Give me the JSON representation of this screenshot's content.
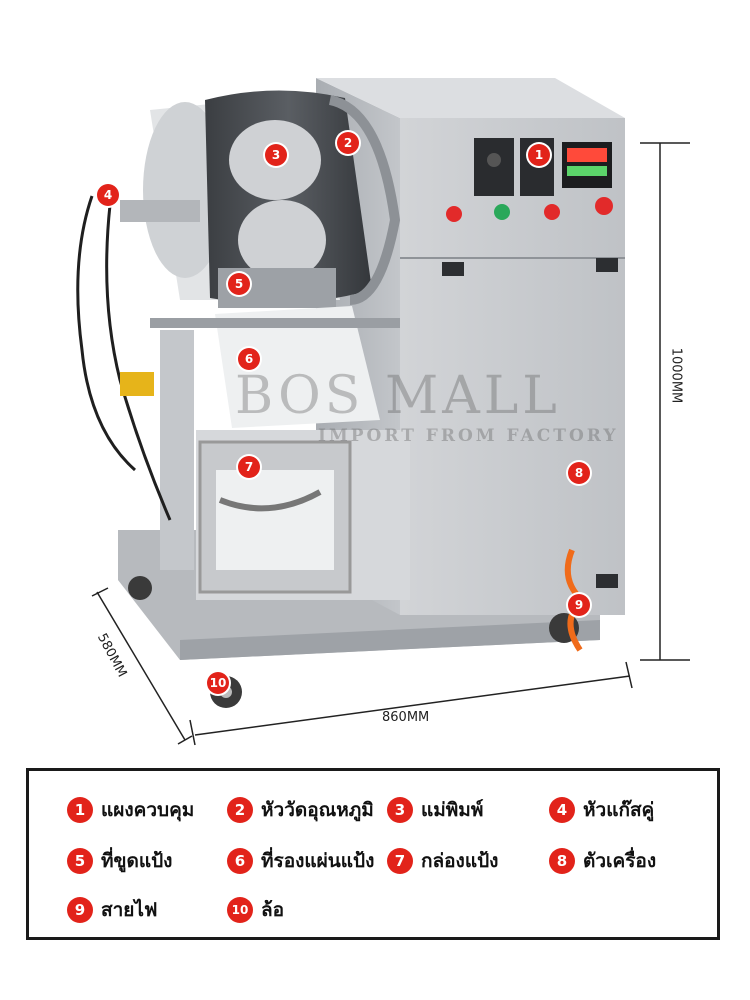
{
  "watermark": {
    "brand": "BOS MALL",
    "tagline": "IMPORT FROM FACTORY"
  },
  "dimensions": {
    "height": "1000MM",
    "width": "860MM",
    "depth": "580MM"
  },
  "markers": [
    "1",
    "2",
    "3",
    "4",
    "5",
    "6",
    "7",
    "8",
    "9",
    "10"
  ],
  "legend": [
    {
      "num": "1",
      "label": "แผงควบคุม"
    },
    {
      "num": "2",
      "label": "หัววัดอุณหภูมิ"
    },
    {
      "num": "3",
      "label": "แม่พิมพ์"
    },
    {
      "num": "4",
      "label": "หัวแก๊สคู่"
    },
    {
      "num": "5",
      "label": "ที่ขูดแป้ง"
    },
    {
      "num": "6",
      "label": "ที่รองแผ่นแป้ง"
    },
    {
      "num": "7",
      "label": "กล่องแป้ง"
    },
    {
      "num": "8",
      "label": "ตัวเครื่อง"
    },
    {
      "num": "9",
      "label": "สายไฟ"
    },
    {
      "num": "10",
      "label": "ล้อ"
    }
  ],
  "colors": {
    "marker": "#e2231a",
    "steel": "#c9cbce",
    "drum": "#4a4d52"
  }
}
